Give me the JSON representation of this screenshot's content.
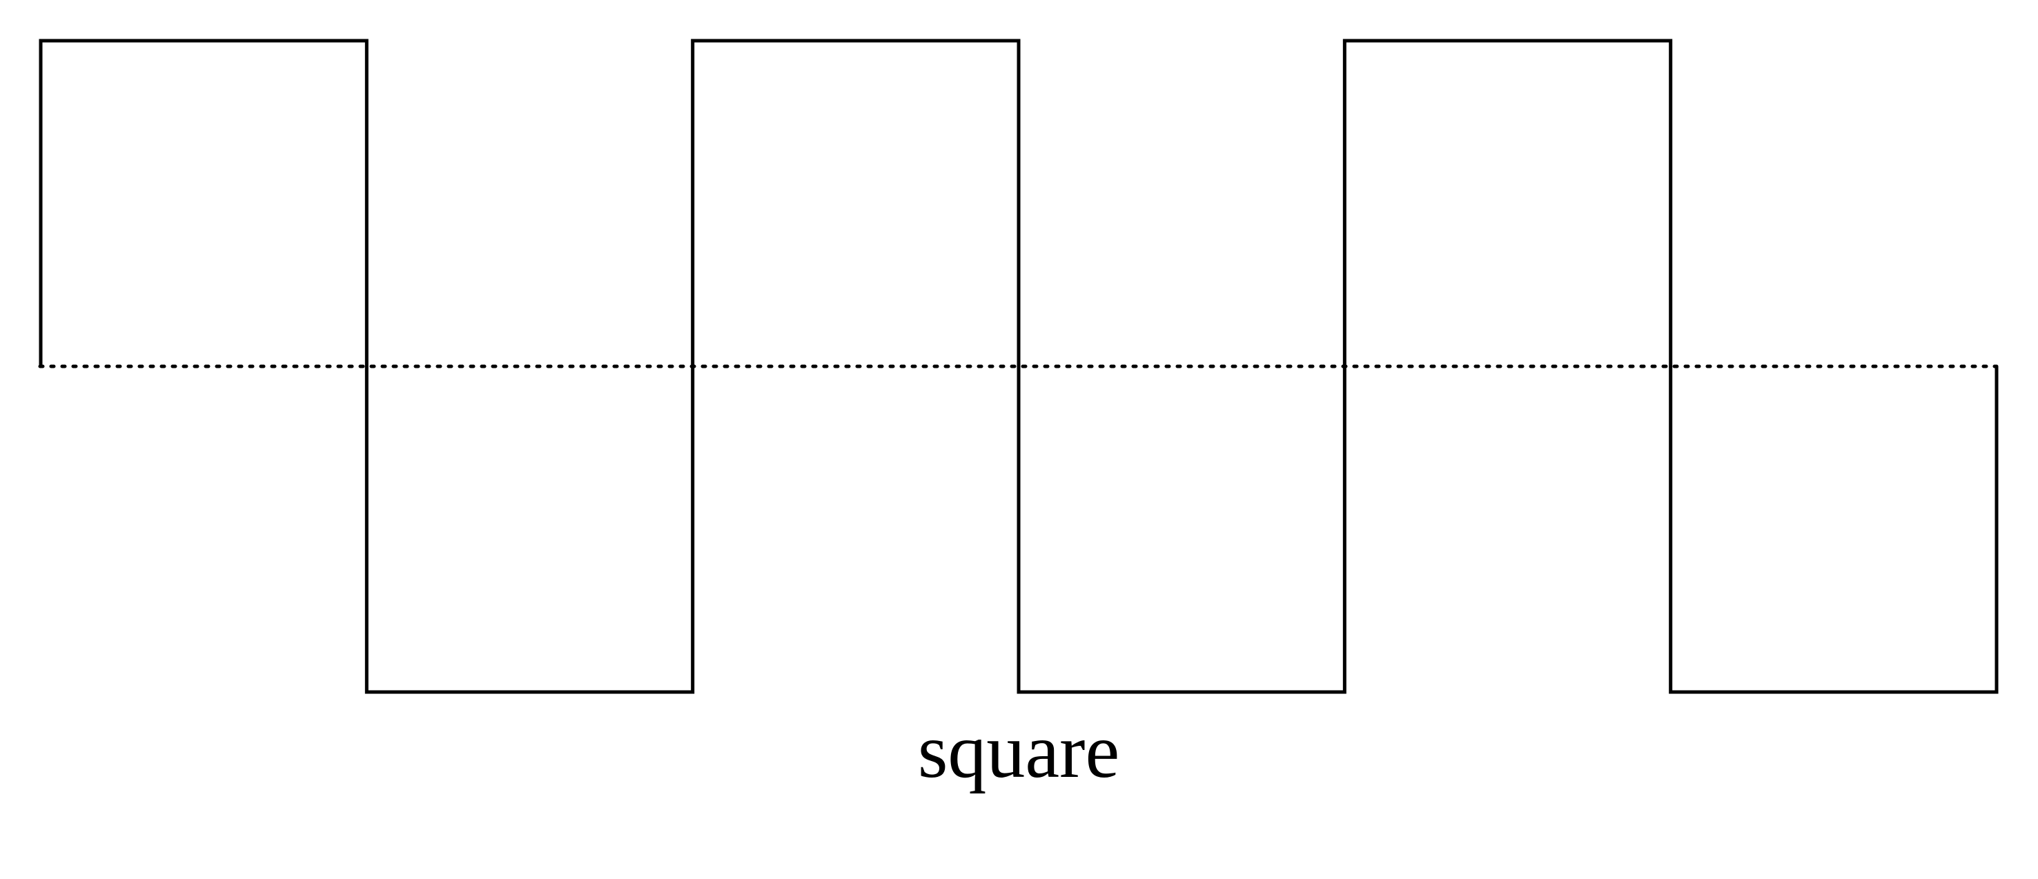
{
  "diagram": {
    "label": "square",
    "waveform": {
      "kind": "square",
      "cycles": 3,
      "levels": {
        "high": 1,
        "low": -1,
        "baseline": 0
      },
      "pattern": [
        1,
        -1,
        1,
        -1,
        1,
        -1
      ],
      "baseline_style": "dotted",
      "stroke_color": "#000000"
    }
  }
}
